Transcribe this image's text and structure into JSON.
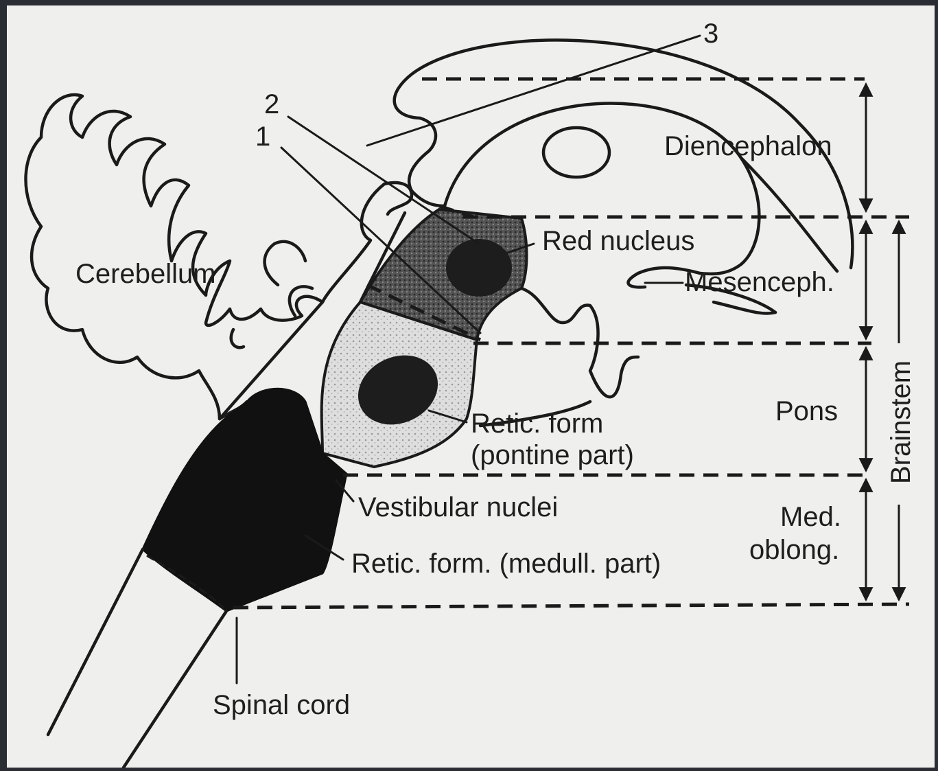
{
  "labels": {
    "diencephalon": "Diencephalon",
    "red_nucleus": "Red nucleus",
    "cerebellum": "Cerebellum",
    "mesenceph": "Mesenceph.",
    "pons": "Pons",
    "retic_form_pontine_1": "Retic. form",
    "retic_form_pontine_2": "(pontine part)",
    "brainstem": "Brainstem",
    "vestibular_nuclei": "Vestibular nuclei",
    "med_oblong_1": "Med.",
    "med_oblong_2": "oblong.",
    "retic_form_medull": "Retic. form. (medull. part)",
    "spinal_cord": "Spinal cord"
  },
  "callouts": {
    "n1": "1",
    "n2": "2",
    "n3": "3"
  },
  "colors": {
    "paper": "#efefed",
    "ink": "#1a1a1a",
    "frame": "#2a2e34"
  }
}
